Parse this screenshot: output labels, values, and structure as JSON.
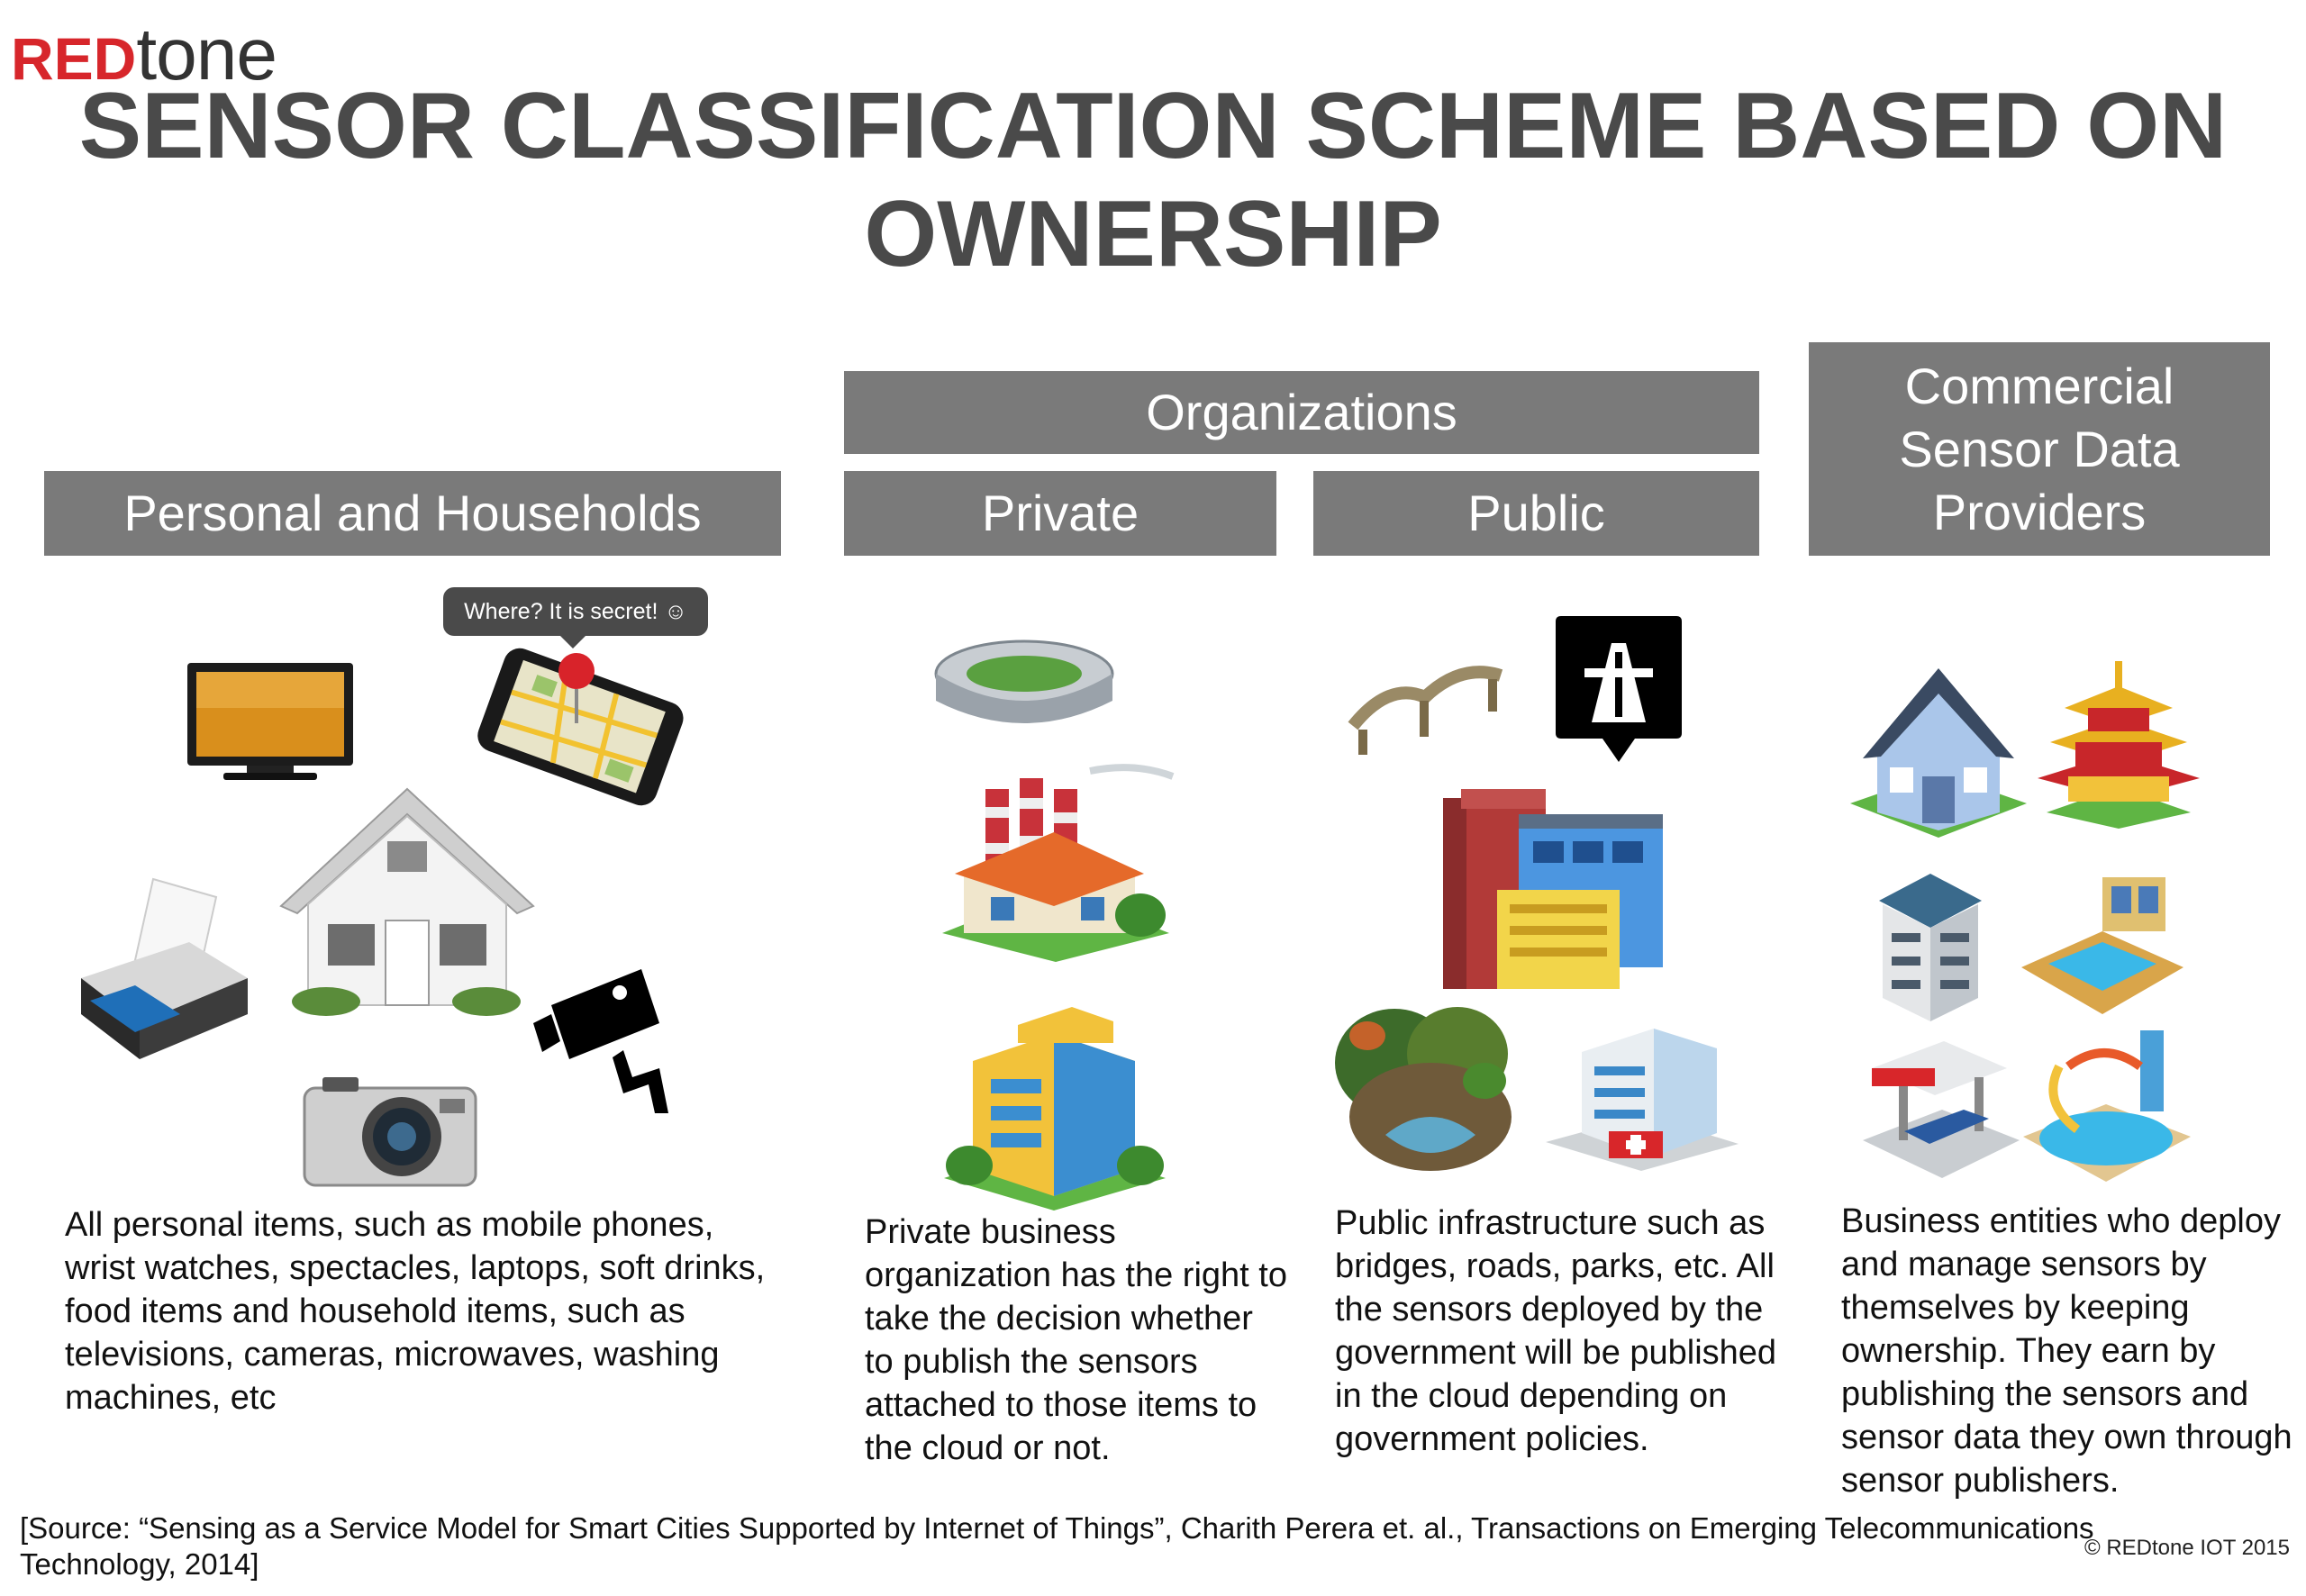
{
  "logo": {
    "red": "RED",
    "tone": "tone"
  },
  "title": "SENSOR CLASSIFICATION SCHEME BASED ON OWNERSHIP",
  "headers": {
    "organizations": "Organizations",
    "personal": "Personal and Households",
    "private": "Private",
    "public": "Public",
    "commercial": "Commercial Sensor Data Providers"
  },
  "bubble": "Where? It is secret! ☺",
  "descriptions": {
    "personal": "All personal items, such as mobile phones, wrist watches, spectacles, laptops, soft drinks, food items and household items, such as televisions, cameras, microwaves, washing machines, etc",
    "private": "Private business organization has the right to take the decision whether to publish the sensors attached to those items to the cloud or not.",
    "public": "Public infrastructure such as bridges, roads, parks, etc. All the sensors deployed by the government will be published in the cloud depending on government policies.",
    "commercial": "Business entities who deploy and manage sensors by themselves by keeping ownership. They earn by publishing the sensors and sensor data they own through sensor publishers."
  },
  "footer": {
    "source": "[Source: “Sensing as a Service Model for Smart Cities Supported by Internet of Things”, Charith Perera et. al., Transactions on Emerging Telecommunications Technology, 2014]",
    "copyright": "© REDtone IOT 2015"
  },
  "colors": {
    "bar": "#7a7a7a",
    "title": "#4a4a4a",
    "brand_red": "#d7262b"
  },
  "icons": {
    "personal": [
      "tv-icon",
      "smartphone-map-icon",
      "house-icon",
      "printer-icon",
      "cctv-camera-icon",
      "photo-camera-icon"
    ],
    "private": [
      "stadium-icon",
      "factory-icon",
      "office-building-icon"
    ],
    "public": [
      "bridge-icon",
      "highway-sign-icon",
      "city-buildings-icon",
      "park-icon",
      "hospital-icon"
    ],
    "commercial": [
      "house-icon",
      "pagoda-icon",
      "apartment-icon",
      "hotel-pool-icon",
      "gas-station-icon",
      "water-park-icon"
    ]
  }
}
